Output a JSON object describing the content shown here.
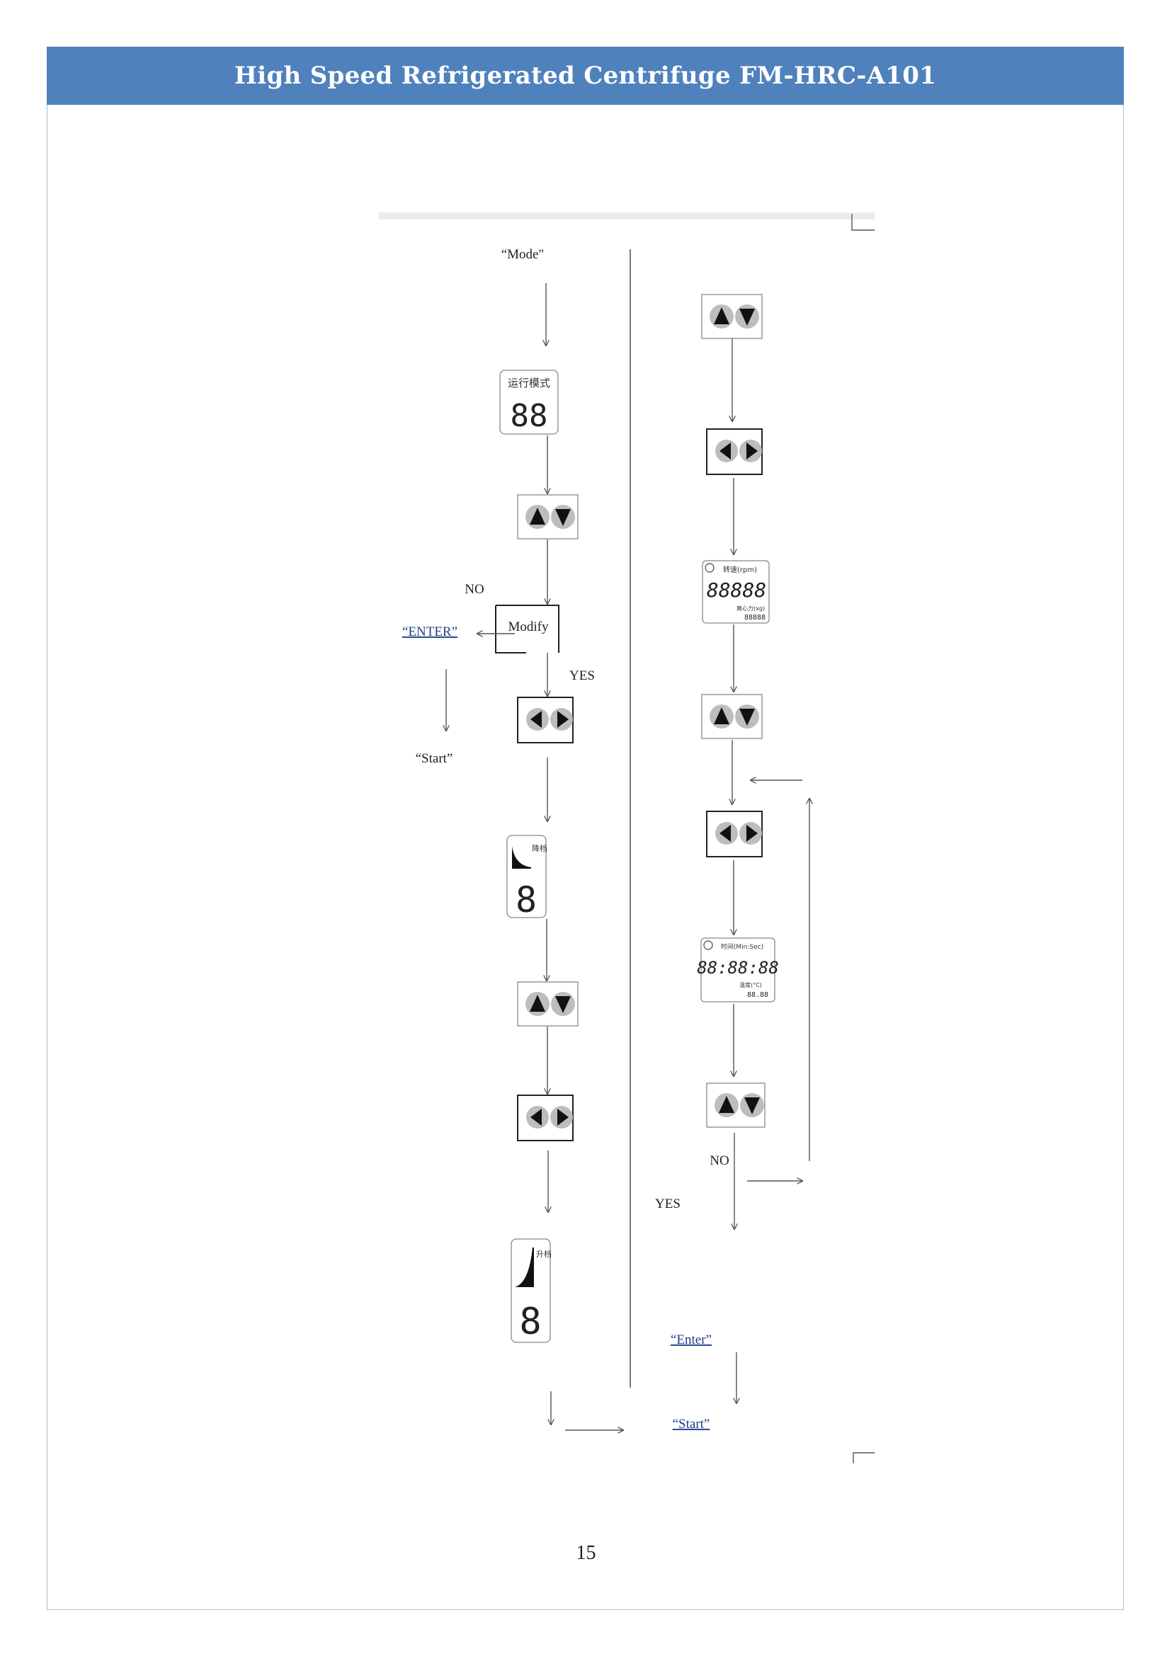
{
  "header": {
    "title": "High Speed Refrigerated Centrifuge FM-HRC-A101"
  },
  "flowchart": {
    "left": {
      "start_label": "“Mode\"",
      "mode_display": {
        "caption": "运行模式",
        "digits": "88"
      },
      "decision_label": "Modify",
      "no_label": "NO",
      "yes_label": "YES",
      "enter_label": "“ENTER”",
      "start_label_end": "“Start”",
      "decel_display": {
        "caption": "降档",
        "digits": "8"
      },
      "accel_display": {
        "caption": "升档",
        "digits": "8"
      }
    },
    "right": {
      "speed_display": {
        "caption": "转速(rpm)",
        "digits": "88888",
        "sub_caption": "离心力(xg)",
        "sub_digits": "88888"
      },
      "time_display": {
        "caption": "时间(Min:Sec)",
        "digits": "88:88:88",
        "sub_caption": "温度(°C)",
        "sub_digits": "88.88"
      },
      "no_label": "NO",
      "yes_label": "YES",
      "enter_label": "“Enter”",
      "start_label": "“Start”"
    },
    "icons": [
      "up-arrow-icon",
      "down-arrow-icon",
      "left-arrow-icon",
      "right-arrow-icon"
    ]
  },
  "footer": {
    "page_number": "15"
  }
}
